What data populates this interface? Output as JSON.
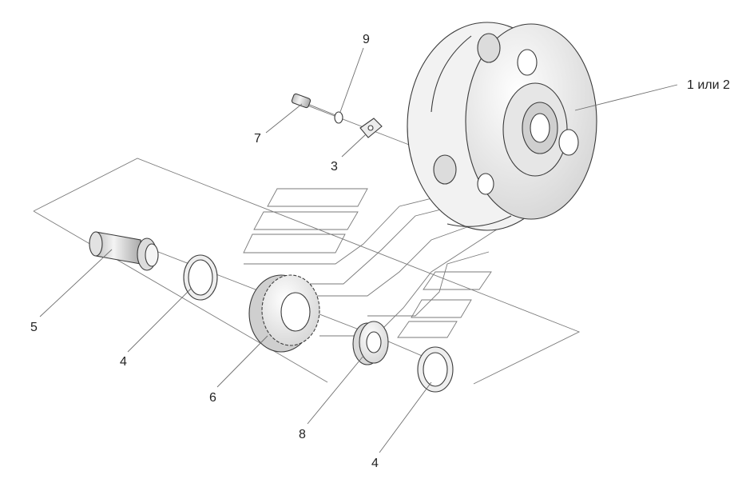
{
  "callouts": {
    "carrier": "1 или 2",
    "screw": "7",
    "washer_small": "9",
    "lock_plate": "3",
    "axle": "5",
    "thrust_washer_left": "4",
    "gear": "6",
    "bearing": "8",
    "thrust_washer_right": "4"
  }
}
